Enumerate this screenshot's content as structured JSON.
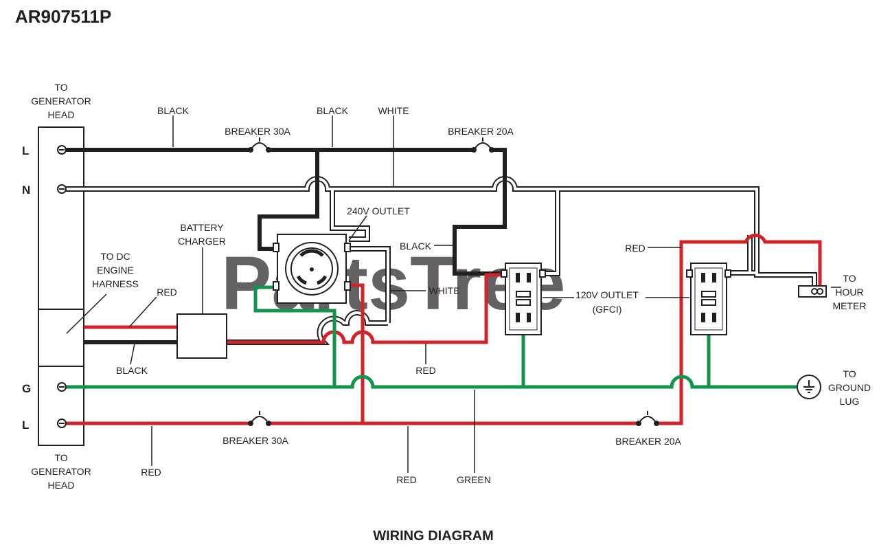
{
  "doc_code": "AR907511P",
  "title": "WIRING DIAGRAM",
  "watermark": "PartsTree",
  "terminals": {
    "l_top": "L",
    "n": "N",
    "g": "G",
    "l_bottom": "L"
  },
  "labels": {
    "gen_head_top": [
      "TO",
      "GENERATOR",
      "HEAD"
    ],
    "gen_head_bottom": [
      "TO",
      "GENERATOR",
      "HEAD"
    ],
    "dc_harness": [
      "TO DC",
      "ENGINE",
      "HARNESS"
    ],
    "battery_charger": [
      "BATTERY",
      "CHARGER"
    ],
    "outlet_240": "240V OUTLET",
    "outlet_120": [
      "120V OUTLET",
      "(GFCI)"
    ],
    "hour_meter": [
      "TO",
      "HOUR",
      "METER"
    ],
    "ground_lug": [
      "TO",
      "GROUND",
      "LUG"
    ]
  },
  "wire_labels": {
    "black_top_left": "BLACK",
    "black_top_mid": "BLACK",
    "white_top": "WHITE",
    "breaker_30a_top": "BREAKER 30A",
    "breaker_20a_top": "BREAKER 20A",
    "black_mid": "BLACK",
    "white_mid": "WHITE",
    "red_charger": "RED",
    "black_charger": "BLACK",
    "red_mid": "RED",
    "red_gfci2": "RED",
    "breaker_30a_bottom": "BREAKER 30A",
    "breaker_20a_bottom": "BREAKER 20A",
    "red_bottom_left": "RED",
    "red_bottom_mid": "RED",
    "green_bottom": "GREEN"
  },
  "colors": {
    "black_wire": "#231f20",
    "white_wire": "#ffffff",
    "red_wire": "#d2232a",
    "green_wire": "#12944a"
  }
}
